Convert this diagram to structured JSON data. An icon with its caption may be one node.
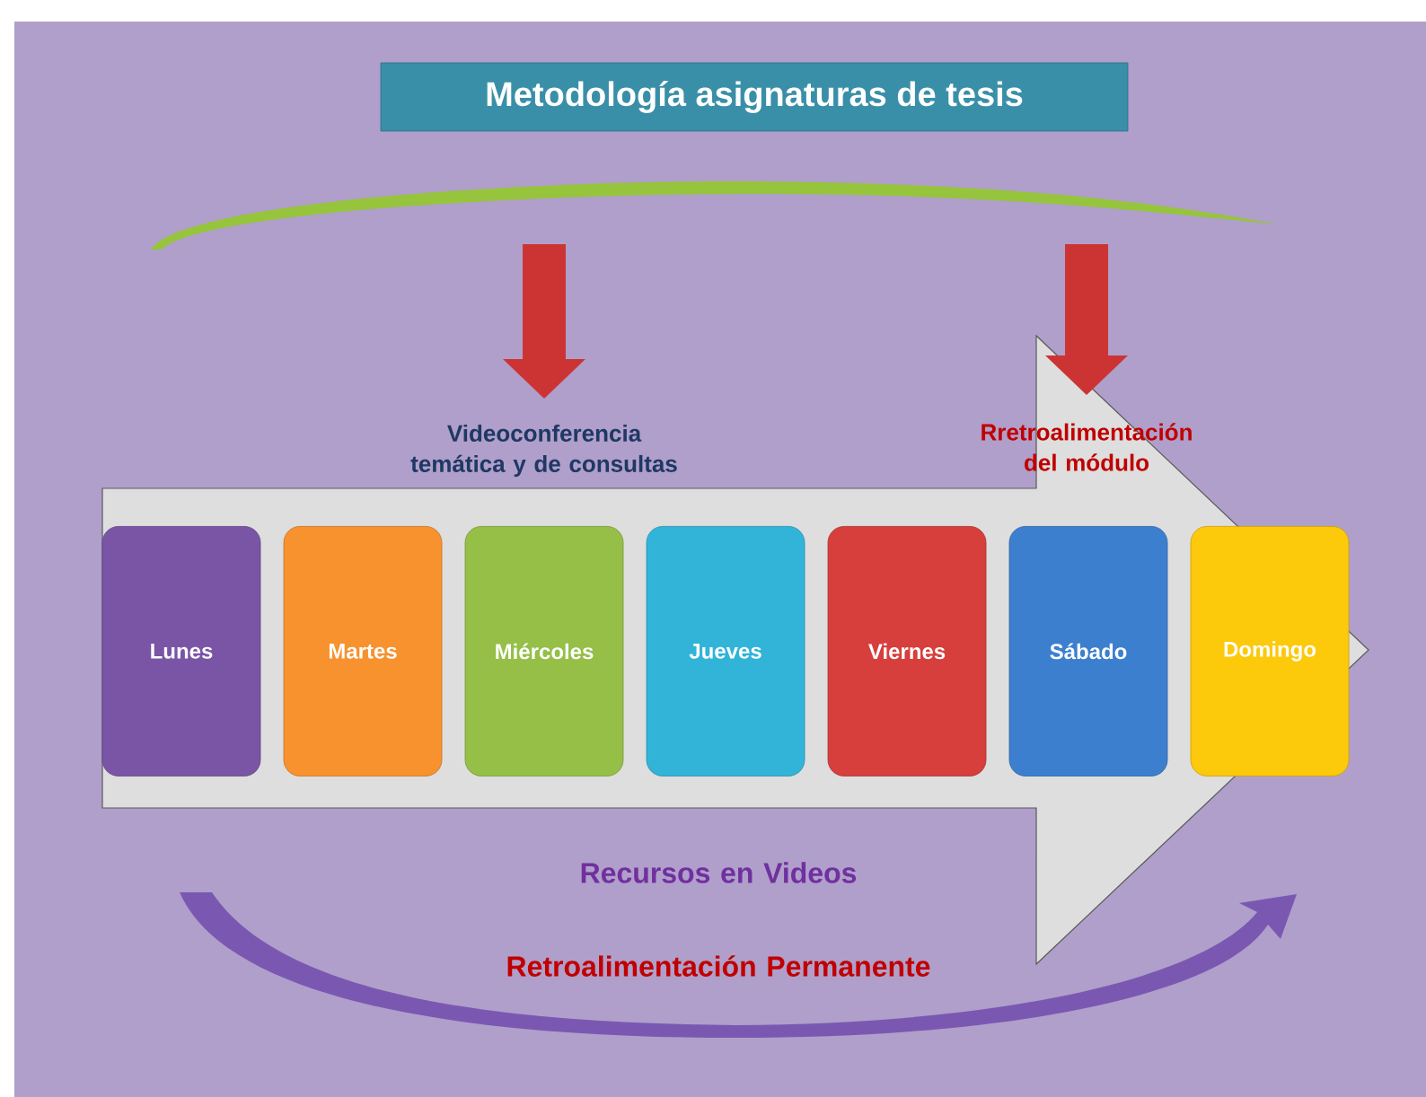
{
  "diagram": {
    "title": "Metodología asignaturas de  tesis",
    "nodes": [
      {
        "text": [],
        "shape": "arrow"
      },
      {
        "text": [
          "Lunes"
        ],
        "in": 0
      },
      {
        "text": [
          "Martes"
        ],
        "in": 0
      },
      {
        "text": [
          "Miércoles"
        ],
        "in": 0
      },
      {
        "text": [
          "Jueves"
        ],
        "in": 0
      },
      {
        "text": [
          "Viernes"
        ],
        "in": 0
      },
      {
        "text": [
          "Sábado"
        ],
        "in": 0
      },
      {
        "text": [
          "Domingo"
        ],
        "in": 0
      }
    ],
    "labels": [
      "Videoconferencia temática y de consultas",
      "Rretroalimentación del módulo",
      "Recursos en Videos",
      "Retroalimentación Permanente"
    ]
  }
}
